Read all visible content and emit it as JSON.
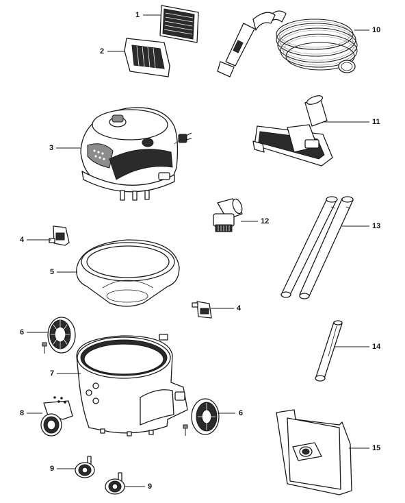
{
  "callouts": {
    "p1": "1",
    "p2": "2",
    "p3": "3",
    "p4a": "4",
    "p4b": "4",
    "p5": "5",
    "p6a": "6",
    "p6b": "6",
    "p7": "7",
    "p8": "8",
    "p9a": "9",
    "p9b": "9",
    "p10": "10",
    "p11": "11",
    "p12": "12",
    "p13": "13",
    "p14": "14",
    "p15": "15"
  }
}
